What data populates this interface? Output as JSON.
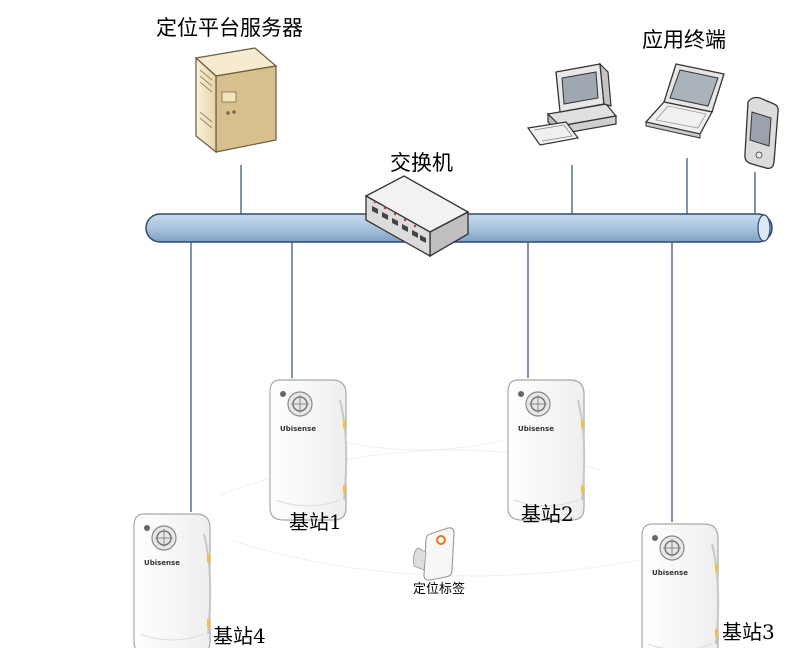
{
  "labels": {
    "server": "定位平台服务器",
    "terminals": "应用终端",
    "switch": "交换机",
    "station1": "基站1",
    "station2": "基站2",
    "station3": "基站3",
    "station4": "基站4",
    "tag": "定位标签"
  },
  "device_brand": "Ubisense",
  "icons": {
    "server": "server-tower-icon",
    "desktop": "desktop-computer-icon",
    "laptop": "laptop-icon",
    "pda": "pda-icon",
    "switch": "network-switch-icon",
    "base_station": "base-station-icon",
    "tag": "location-tag-icon"
  },
  "colors": {
    "bus_fill": "#a9c3dd",
    "bus_stroke": "#2d4b72",
    "line": "#3a5a80",
    "tag_accent": "#e8741f"
  }
}
